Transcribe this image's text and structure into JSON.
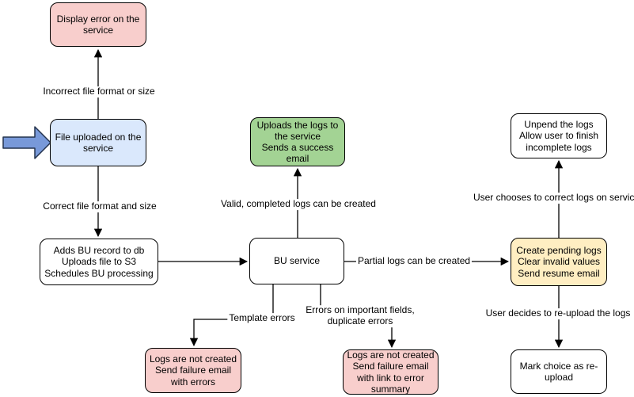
{
  "diagram": {
    "colors": {
      "background": "#ffffff",
      "node_border": "#000000",
      "connector": "#000000",
      "pink": "#f8cecc",
      "blue": "#dae8fc",
      "green": "#a3d394",
      "yellow": "#ffeec2",
      "white": "#ffffff",
      "entry_arrow_fill": "#7899d9",
      "entry_arrow_stroke": "#24334d"
    },
    "nodes": {
      "display_error": {
        "label": "Display error on the\nservice",
        "fill": "#f8cecc"
      },
      "file_uploaded": {
        "label": "File uploaded on the\nservice",
        "fill": "#dae8fc"
      },
      "adds_bu_record": {
        "label": "Adds BU record to db\nUploads file to S3\nSchedules BU processing",
        "fill": "#ffffff"
      },
      "bu_service": {
        "label": "BU service",
        "fill": "#ffffff"
      },
      "uploads_logs": {
        "label": "Uploads the logs to\nthe service\nSends a success\nemail",
        "fill": "#a3d394"
      },
      "unpend_logs": {
        "label": "Unpend the logs\nAllow user to finish\nincomplete logs",
        "fill": "#ffffff"
      },
      "create_pending_logs": {
        "label": "Create pending logs\nClear invalid values\nSend resume email",
        "fill": "#ffeec2"
      },
      "mark_choice_reupload": {
        "label": "Mark choice as re-\nupload",
        "fill": "#ffffff"
      },
      "logs_not_created_errors": {
        "label": "Logs are not created\nSend failure email\nwith errors",
        "fill": "#f8cecc"
      },
      "logs_not_created_summary": {
        "label": "Logs are not created\nSend failure email\nwith link to error\nsummary",
        "fill": "#f8cecc"
      }
    },
    "edge_labels": {
      "incorrect_file": "Incorrect file format or size",
      "correct_file": "Correct file format and size",
      "valid_logs": "Valid, completed logs can be created",
      "partial_logs": "Partial logs can be created",
      "template_errors": "Template errors",
      "field_errors": "Errors on important fields,\nduplicate errors",
      "user_correct": "User chooses to correct logs on service",
      "user_reupload": "User decides to re-upload the logs"
    }
  }
}
